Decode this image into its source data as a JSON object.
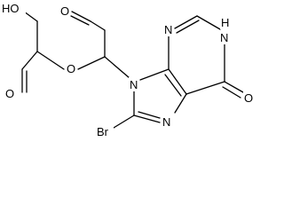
{
  "molecule": {
    "atoms": {
      "oh": "HO",
      "o_ald_left": "O",
      "o_ether": "O",
      "o_ald_right": "O",
      "n9": "N",
      "n3": "N",
      "n1": "N",
      "h1": "H",
      "n7": "N",
      "o6": "O",
      "br": "Br"
    }
  },
  "colors": {
    "bond": "#000000",
    "label": "#000000",
    "background": "#ffffff"
  }
}
